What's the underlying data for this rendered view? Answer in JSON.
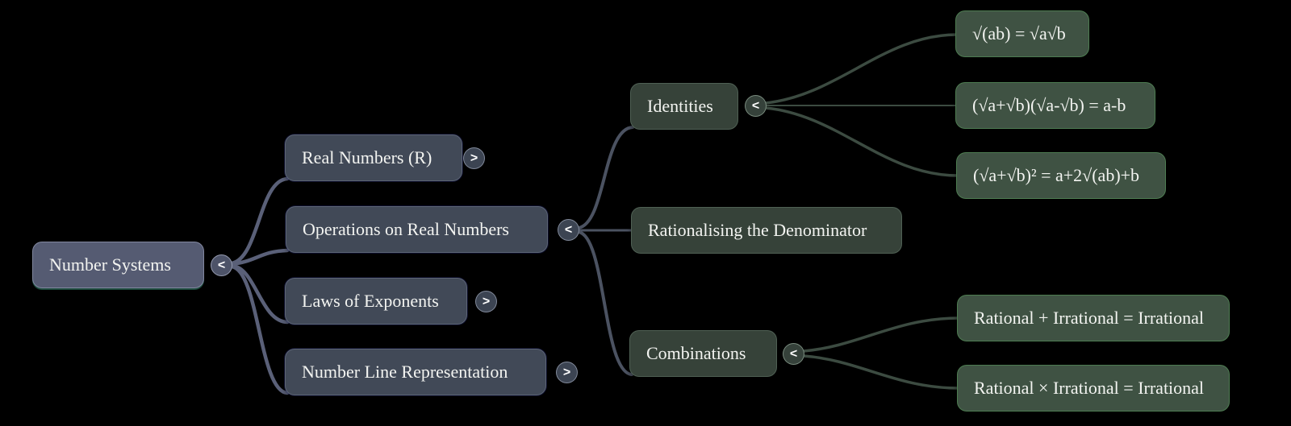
{
  "background": "#000000",
  "map": {
    "root": {
      "label": "Number Systems",
      "toggle": "<"
    },
    "branches": [
      {
        "label": "Real Numbers (R)",
        "toggle": ">"
      },
      {
        "label": "Operations on Real Numbers",
        "toggle": "<",
        "children": [
          {
            "label": "Identities",
            "toggle": "<",
            "children": [
              {
                "label": "√(ab) = √a√b"
              },
              {
                "label": "(√a+√b)(√a-√b) = a-b"
              },
              {
                "label": "(√a+√b)² = a+2√(ab)+b"
              }
            ]
          },
          {
            "label": "Rationalising the Denominator"
          },
          {
            "label": "Combinations",
            "toggle": "<",
            "children": [
              {
                "label": "Rational + Irrational = Irrational"
              },
              {
                "label": "Rational × Irrational = Irrational"
              }
            ]
          }
        ]
      },
      {
        "label": "Laws of Exponents",
        "toggle": ">"
      },
      {
        "label": "Number Line Representation",
        "toggle": ">"
      }
    ]
  },
  "colors": {
    "root_node": "#555b72",
    "branch_node": "#414957",
    "topic_node": "#364239",
    "leaf_node": "#3f5243",
    "root_edge": "#5a6078",
    "branch_edge": "#4b5261",
    "leaf_edge": "#3c4b41",
    "text": "#f3f4f1"
  }
}
